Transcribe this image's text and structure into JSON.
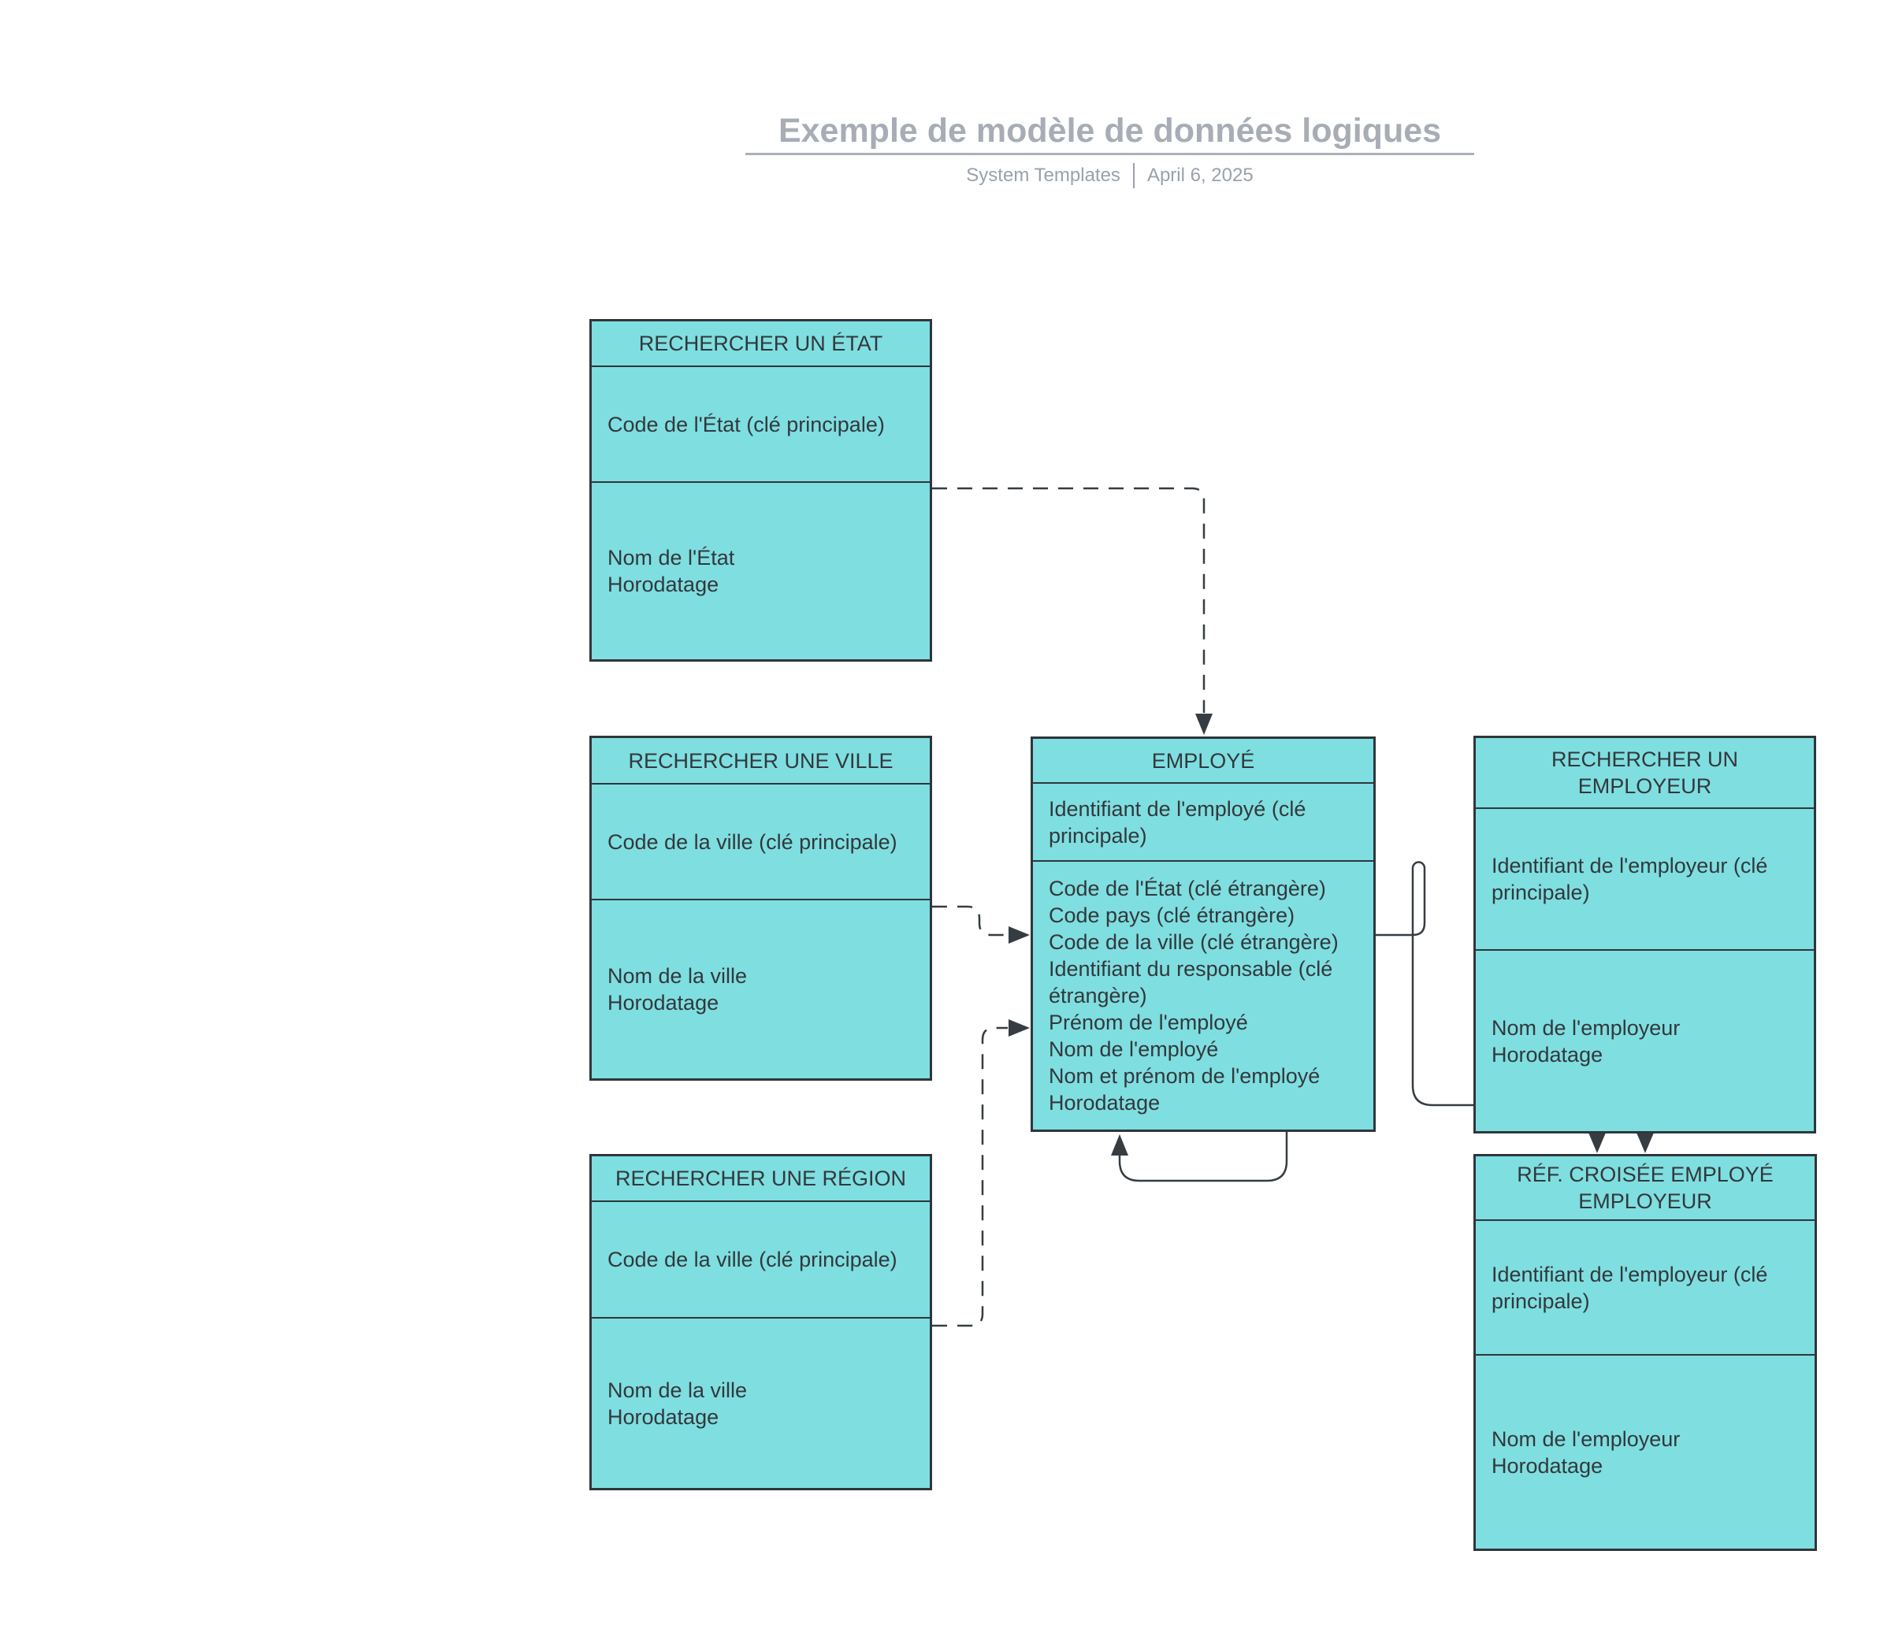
{
  "header": {
    "title": "Exemple de modèle de données logiques",
    "source": "System Templates",
    "date": "April 6, 2025"
  },
  "colors": {
    "entity_fill": "#7fdee0",
    "entity_border": "#2f363a",
    "entity_text": "#32383d",
    "connector": "#363d42",
    "title_color": "#a7acb5",
    "subtitle_color": "#9aa1ab",
    "rule_color": "#abb1b9"
  },
  "entities": [
    {
      "title": "RECHERCHER UN ÉTAT",
      "key_field": "Code de l'État (clé principale)",
      "fields": "Nom de l'État\nHorodatage"
    },
    {
      "title": "RECHERCHER UNE VILLE",
      "key_field": "Code de la ville (clé principale)",
      "fields": "Nom de la ville\nHorodatage"
    },
    {
      "title": "RECHERCHER UNE RÉGION",
      "key_field": "Code de la ville (clé principale)",
      "fields": "Nom de la ville\nHorodatage"
    },
    {
      "title": "EMPLOYÉ",
      "key_field": "Identifiant de l'employé (clé principale)",
      "fields": "Code de l'État (clé étrangère)\nCode pays (clé étrangère)\nCode de la ville (clé étrangère)\nIdentifiant du responsable (clé étrangère)\nPrénom de l'employé\nNom de l'employé\nNom et prénom de l'employé\nHorodatage"
    },
    {
      "title": "RECHERCHER UN\nEMPLOYEUR",
      "key_field": "Identifiant de l'employeur (clé principale)",
      "fields": "Nom de l'employeur\nHorodatage"
    },
    {
      "title": "RÉF. CROISÉE EMPLOYÉ\nEMPLOYEUR",
      "key_field": "Identifiant de l'employeur (clé principale)",
      "fields": "Nom de l'employeur\nHorodatage"
    }
  ]
}
